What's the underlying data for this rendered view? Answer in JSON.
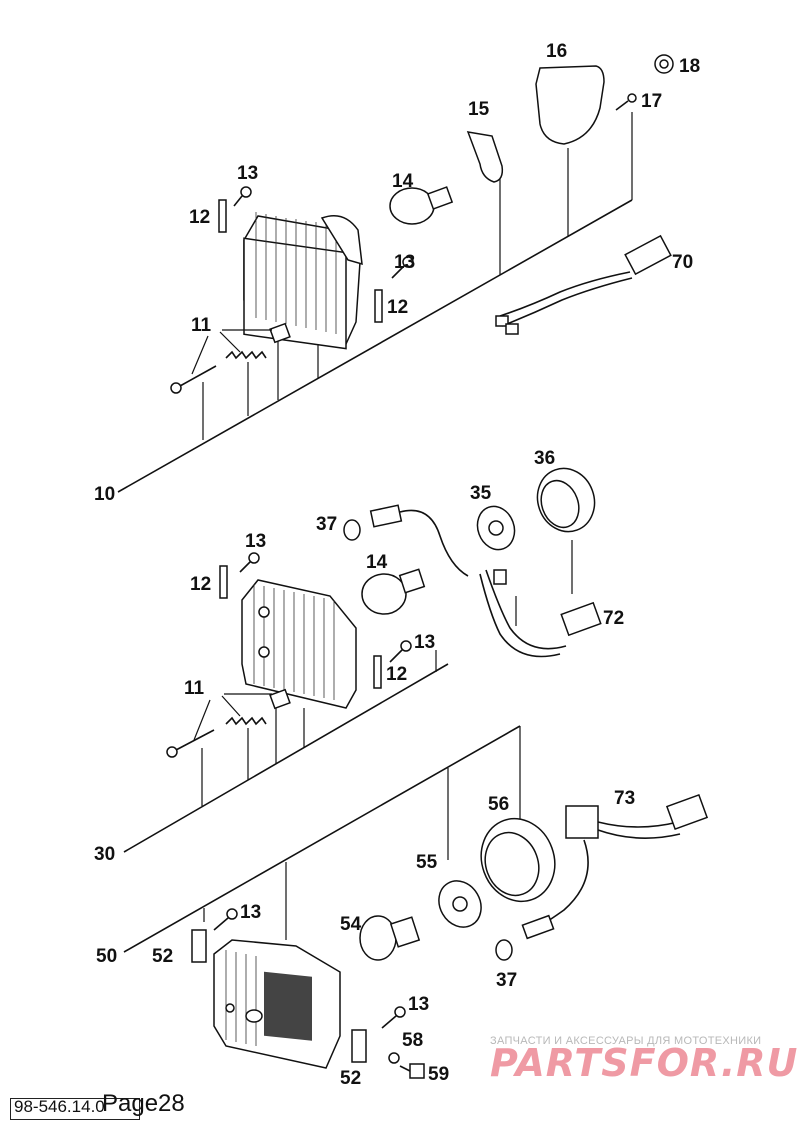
{
  "callouts": {
    "g1": {
      "main": "10",
      "lamp_unit": "11",
      "clip_left": "12",
      "screw_left": "13",
      "bulb": "14",
      "holder": "15",
      "cap": "16",
      "screw_cap": "17",
      "nut": "18",
      "clip_right": "12",
      "screw_right": "13",
      "harness": "70"
    },
    "g2": {
      "main": "30",
      "lamp_unit": "11",
      "clip_left": "12",
      "screw_left": "13",
      "bulb": "14",
      "small_bulb": "37",
      "socket": "35",
      "cover": "36",
      "clip_right": "12",
      "screw_right": "13",
      "harness": "72"
    },
    "g3": {
      "main": "50",
      "bracket_left": "52",
      "screw_left": "13",
      "bulb_h4": "54",
      "spring": "55",
      "cover": "56",
      "small_bulb": "37",
      "harness": "73",
      "screw_right": "13",
      "washer": "58",
      "bracket_right": "52",
      "bolt": "59"
    }
  },
  "footer": {
    "code": "98-546.14.0",
    "page": "Page28"
  },
  "watermark": {
    "tagline": "ЗАПЧАСТИ И АКСЕССУАРЫ ДЛЯ МОТОТЕХНИКИ",
    "logo": "PARTSFOR.RU"
  }
}
